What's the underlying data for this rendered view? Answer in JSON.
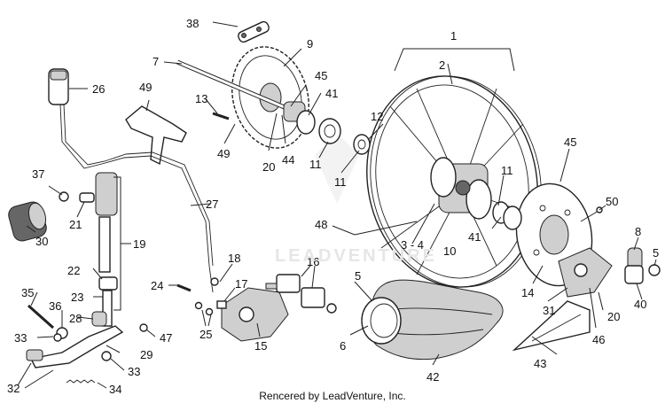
{
  "diagram": {
    "labels": [
      "1",
      "2",
      "5",
      "5",
      "6",
      "7",
      "8",
      "9",
      "10",
      "11",
      "11",
      "11",
      "12",
      "13",
      "14",
      "15",
      "16",
      "17",
      "18",
      "19",
      "20",
      "20",
      "21",
      "22",
      "23",
      "24",
      "25",
      "26",
      "27",
      "28",
      "29",
      "30",
      "31",
      "32",
      "33",
      "33",
      "34",
      "35",
      "36",
      "37",
      "38",
      "40",
      "41",
      "41",
      "42",
      "43",
      "44",
      "45",
      "45",
      "46",
      "47",
      "48",
      "49",
      "49",
      "50",
      "3 - 4"
    ],
    "footer": "Rencered by LeadVenture, Inc.",
    "watermark": "LEADVENTURE"
  }
}
